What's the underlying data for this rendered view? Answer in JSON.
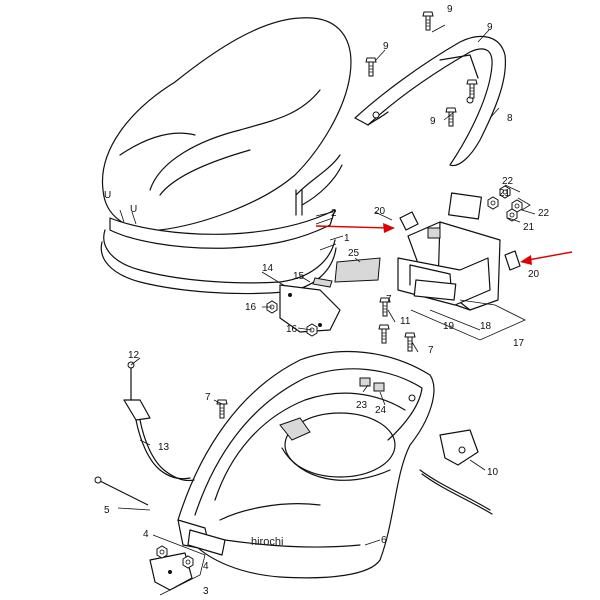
{
  "labels": {
    "l1": "1",
    "l2": "2",
    "l3": "3",
    "l4a": "4",
    "l4b": "4",
    "l5": "5",
    "l6": "6",
    "l7a": "7",
    "l7b": "7",
    "l7c": "7",
    "l8": "8",
    "l9a": "9",
    "l9b": "9",
    "l9c": "9",
    "l9d": "9",
    "l10": "10",
    "l11": "11",
    "l12": "12",
    "l13": "13",
    "l14": "14",
    "l15": "15",
    "l16a": "16",
    "l16b": "16",
    "l17": "17",
    "l18": "18",
    "l19": "19",
    "l20a": "20",
    "l20b": "20",
    "l21a": "21",
    "l21b": "21",
    "l22a": "22",
    "l22b": "22",
    "l23": "23",
    "l24": "24",
    "l25": "25"
  },
  "watermark": "hirochi",
  "colors": {
    "line": "#111111",
    "highlight_arrow": "#e00000",
    "background": "#ffffff"
  }
}
